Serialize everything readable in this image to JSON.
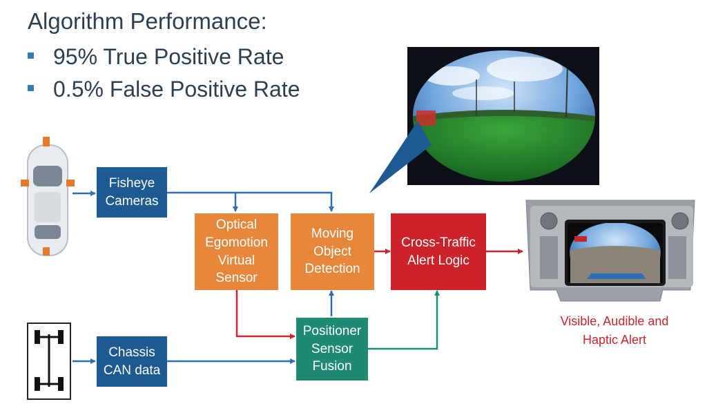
{
  "header": {
    "title": "Algorithm Performance:",
    "bullets": [
      "95% True Positive Rate",
      "0.5% False Positive Rate"
    ]
  },
  "blocks": {
    "fisheye": "Fisheye\nCameras",
    "chassis": "Chassis\nCAN data",
    "optical": "Optical\nEgomotion\nVirtual\nSensor",
    "moving": "Moving\nObject\nDetection",
    "cross_traffic": "Cross-Traffic\nAlert Logic",
    "positioner": "Positioner\nSensor\nFusion"
  },
  "alert_label": "Visible, Audible and\nHaptic Alert",
  "colors": {
    "blue": "#1e5a92",
    "orange": "#e6873b",
    "red": "#cc2229",
    "green": "#1e8a73",
    "text": "#2b3f52",
    "arrow_blue": "#2e6fb0",
    "arrow_red": "#c8252c",
    "arrow_green": "#1e8a73"
  }
}
